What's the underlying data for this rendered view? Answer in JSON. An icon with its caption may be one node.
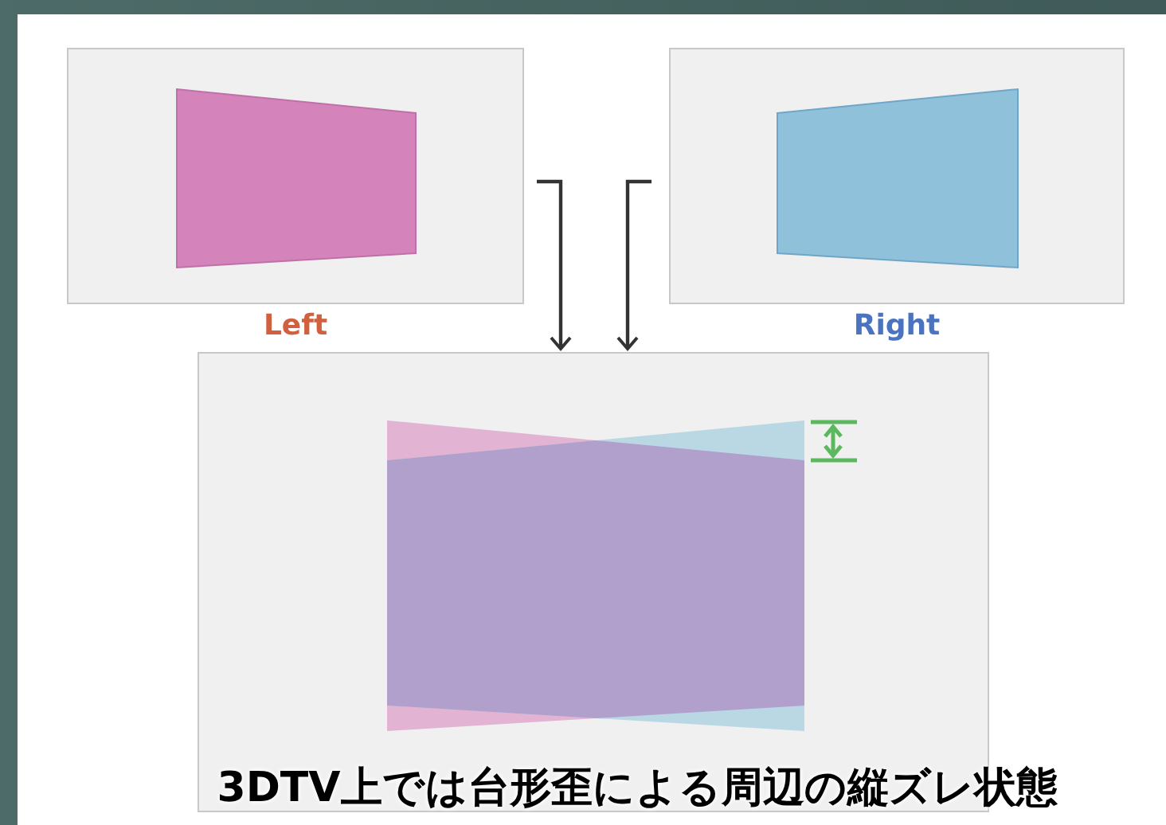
{
  "diagram": {
    "caption": "3DTV上では台形歪による周辺の縦ズレ状態",
    "nodes": [
      {
        "text": [
          "Left"
        ]
      },
      {
        "text": [
          "Right"
        ]
      },
      {
        "text": [],
        "shape": "box"
      }
    ],
    "edges": [
      {
        "from": 0,
        "to": 2,
        "arrow": "to"
      },
      {
        "from": 1,
        "to": 2,
        "arrow": "to"
      }
    ]
  }
}
